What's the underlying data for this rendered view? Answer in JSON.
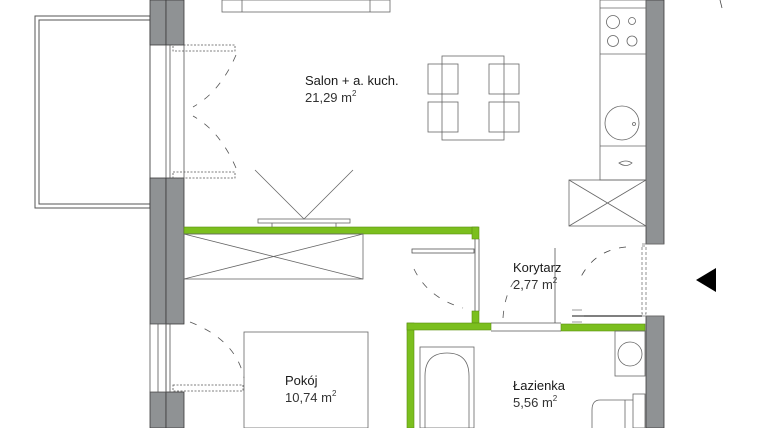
{
  "plan": {
    "colors": {
      "wall_gray": "#8f9294",
      "wall_outline": "#3a3a3a",
      "partition_green": "#7bbf1e",
      "line": "#6b6b6b",
      "background": "#ffffff"
    },
    "rooms": [
      {
        "name": "Salon + a. kuch.",
        "area": "21,29",
        "unit": "m",
        "unit_power": "2"
      },
      {
        "name": "Korytarz",
        "area": "2,77",
        "unit": "m",
        "unit_power": "2"
      },
      {
        "name": "Pokój",
        "area": "10,74",
        "unit": "m",
        "unit_power": "2"
      },
      {
        "name": "Łazienka",
        "area": "5,56",
        "unit": "m",
        "unit_power": "2"
      }
    ],
    "entrance_marker": "entrance-arrow"
  }
}
